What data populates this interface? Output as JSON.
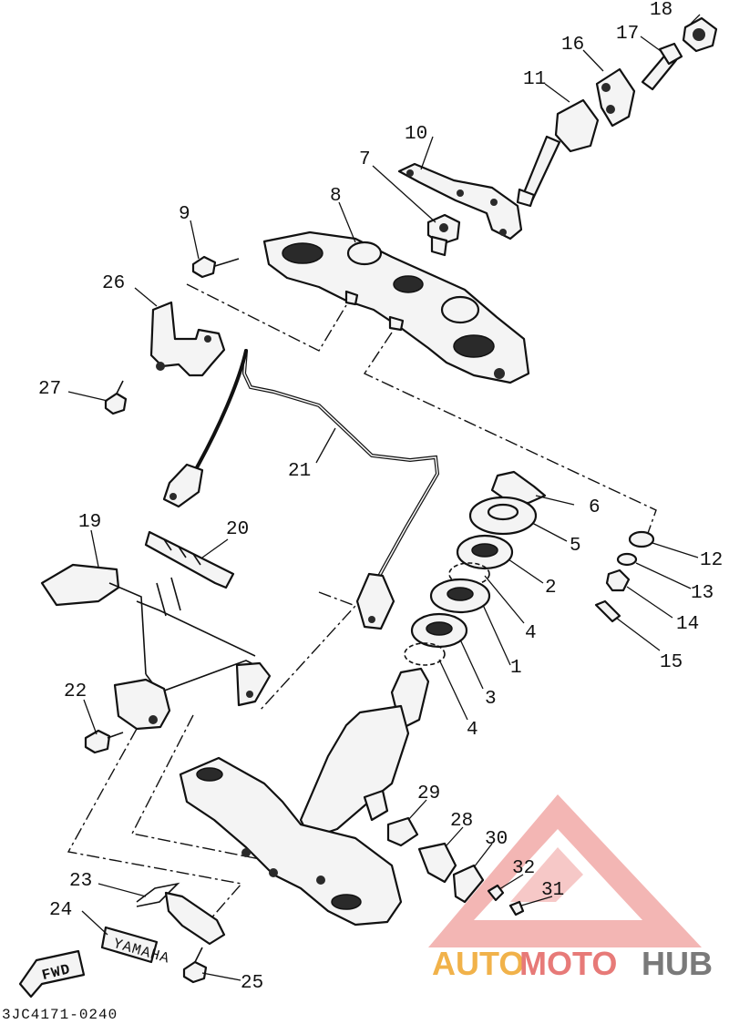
{
  "diagram_code": "3JC4171-0240",
  "fwd_tag": "FWD",
  "plate_text": "YAMAHA",
  "watermark": {
    "part1": "AUTO",
    "part2": "MOTO",
    "part3": "HUB"
  },
  "colors": {
    "ink": "#111111",
    "watermark_red": "#e8706c",
    "watermark_orange": "#f1b24a",
    "watermark_gray": "#7a7a7a"
  },
  "callouts": {
    "c1": "1",
    "c2": "2",
    "c3": "3",
    "c4a": "4",
    "c4b": "4",
    "c5": "5",
    "c6": "6",
    "c7": "7",
    "c8": "8",
    "c9": "9",
    "c10": "10",
    "c11": "11",
    "c12": "12",
    "c13": "13",
    "c14": "14",
    "c15": "15",
    "c16": "16",
    "c17": "17",
    "c18": "18",
    "c19": "19",
    "c20": "20",
    "c21": "21",
    "c22": "22",
    "c23": "23",
    "c24": "24",
    "c25": "25",
    "c26": "26",
    "c27": "27",
    "c28": "28",
    "c29": "29",
    "c30": "30",
    "c31": "31",
    "c32": "32"
  }
}
